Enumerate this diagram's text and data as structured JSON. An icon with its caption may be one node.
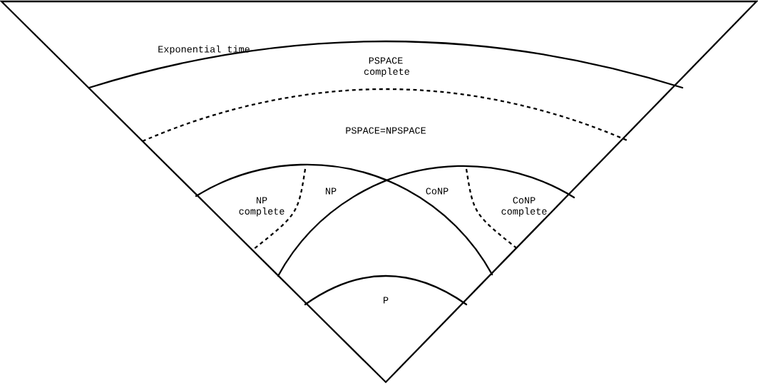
{
  "diagram": {
    "labels": [
      "Exponential time",
      "PSPACE complete",
      "PSPACE=NPSPACE",
      "NP complete",
      "NP",
      "CoNP",
      "CoNP complete",
      "P"
    ]
  }
}
